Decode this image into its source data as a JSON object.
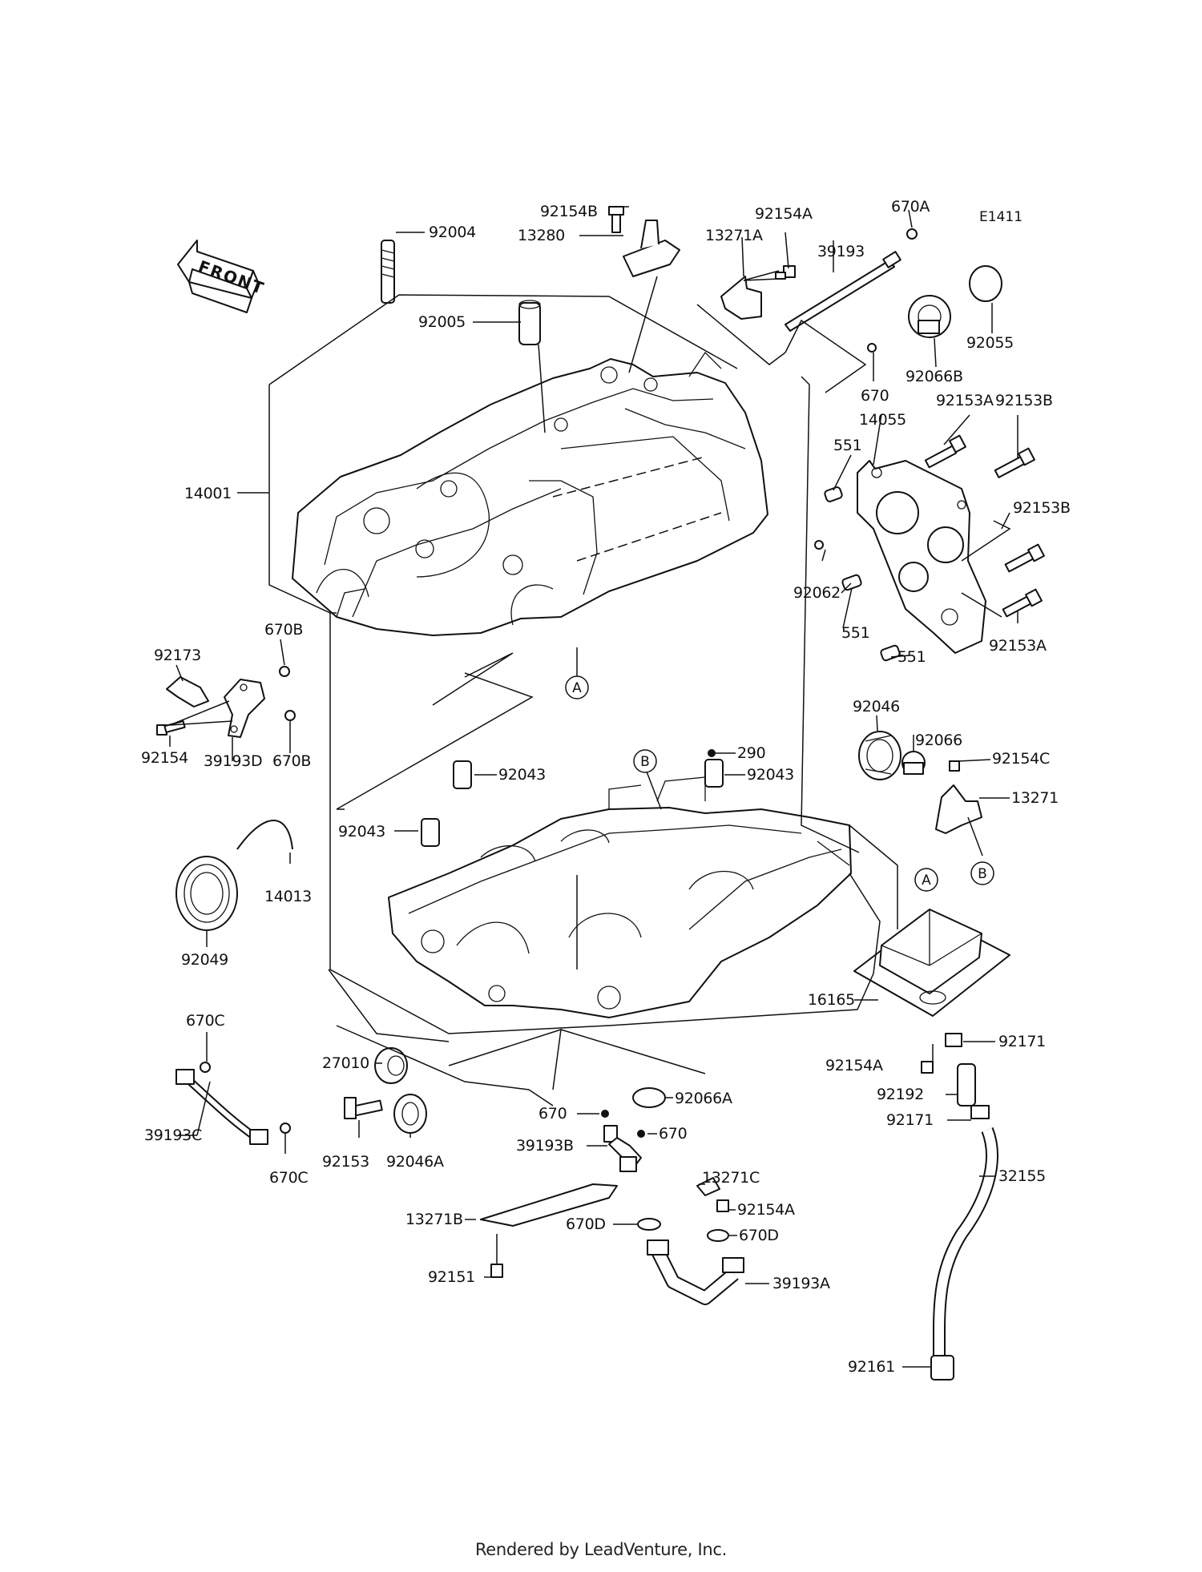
{
  "diagram_code": "E1411",
  "front_label": "FRONT",
  "footer": "Rendered by LeadVenture, Inc.",
  "callouts": [
    {
      "id": "ref-a-top",
      "text": "A"
    },
    {
      "id": "ref-b-mid",
      "text": "B"
    },
    {
      "id": "ref-b-right",
      "text": "B"
    },
    {
      "id": "ref-a-right",
      "text": "A"
    }
  ],
  "parts": [
    {
      "id": "92154B",
      "text": "92154B"
    },
    {
      "id": "92154A-top",
      "text": "92154A"
    },
    {
      "id": "670A",
      "text": "670A"
    },
    {
      "id": "13271A",
      "text": "13271A"
    },
    {
      "id": "39193",
      "text": "39193"
    },
    {
      "id": "13280",
      "text": "13280"
    },
    {
      "id": "92004",
      "text": "92004"
    },
    {
      "id": "92005",
      "text": "92005"
    },
    {
      "id": "92055",
      "text": "92055"
    },
    {
      "id": "92066B",
      "text": "92066B"
    },
    {
      "id": "670",
      "text": "670"
    },
    {
      "id": "14055",
      "text": "14055"
    },
    {
      "id": "92153A-top",
      "text": "92153A"
    },
    {
      "id": "92153B-top",
      "text": "92153B"
    },
    {
      "id": "551-top",
      "text": "551"
    },
    {
      "id": "14001",
      "text": "14001"
    },
    {
      "id": "92153B-mid",
      "text": "92153B"
    },
    {
      "id": "92062",
      "text": "92062"
    },
    {
      "id": "551-mid",
      "text": "551"
    },
    {
      "id": "92153A-low",
      "text": "92153A"
    },
    {
      "id": "551-low",
      "text": "551"
    },
    {
      "id": "92173",
      "text": "92173"
    },
    {
      "id": "670B-top",
      "text": "670B"
    },
    {
      "id": "670B-low",
      "text": "670B"
    },
    {
      "id": "92154",
      "text": "92154"
    },
    {
      "id": "39193D",
      "text": "39193D"
    },
    {
      "id": "92046",
      "text": "92046"
    },
    {
      "id": "290",
      "text": "290"
    },
    {
      "id": "92066",
      "text": "92066"
    },
    {
      "id": "92154C",
      "text": "92154C"
    },
    {
      "id": "92043-a",
      "text": "92043"
    },
    {
      "id": "92043-b",
      "text": "92043"
    },
    {
      "id": "92043-c",
      "text": "92043"
    },
    {
      "id": "13271",
      "text": "13271"
    },
    {
      "id": "14013",
      "text": "14013"
    },
    {
      "id": "92049",
      "text": "92049"
    },
    {
      "id": "16165",
      "text": "16165"
    },
    {
      "id": "670C-top",
      "text": "670C"
    },
    {
      "id": "92171-top",
      "text": "92171"
    },
    {
      "id": "27010",
      "text": "27010"
    },
    {
      "id": "92154A-mid",
      "text": "92154A"
    },
    {
      "id": "92192",
      "text": "92192"
    },
    {
      "id": "92066A",
      "text": "92066A"
    },
    {
      "id": "92171-low",
      "text": "92171"
    },
    {
      "id": "670-low1",
      "text": "670"
    },
    {
      "id": "39193C",
      "text": "39193C"
    },
    {
      "id": "39193B",
      "text": "39193B"
    },
    {
      "id": "670-low2",
      "text": "670"
    },
    {
      "id": "32155",
      "text": "32155"
    },
    {
      "id": "92153",
      "text": "92153"
    },
    {
      "id": "92046A",
      "text": "92046A"
    },
    {
      "id": "670C-low",
      "text": "670C"
    },
    {
      "id": "13271C",
      "text": "13271C"
    },
    {
      "id": "92154A-low",
      "text": "92154A"
    },
    {
      "id": "13271B",
      "text": "13271B"
    },
    {
      "id": "670D-left",
      "text": "670D"
    },
    {
      "id": "670D-right",
      "text": "670D"
    },
    {
      "id": "92151",
      "text": "92151"
    },
    {
      "id": "39193A",
      "text": "39193A"
    },
    {
      "id": "92161",
      "text": "92161"
    }
  ]
}
